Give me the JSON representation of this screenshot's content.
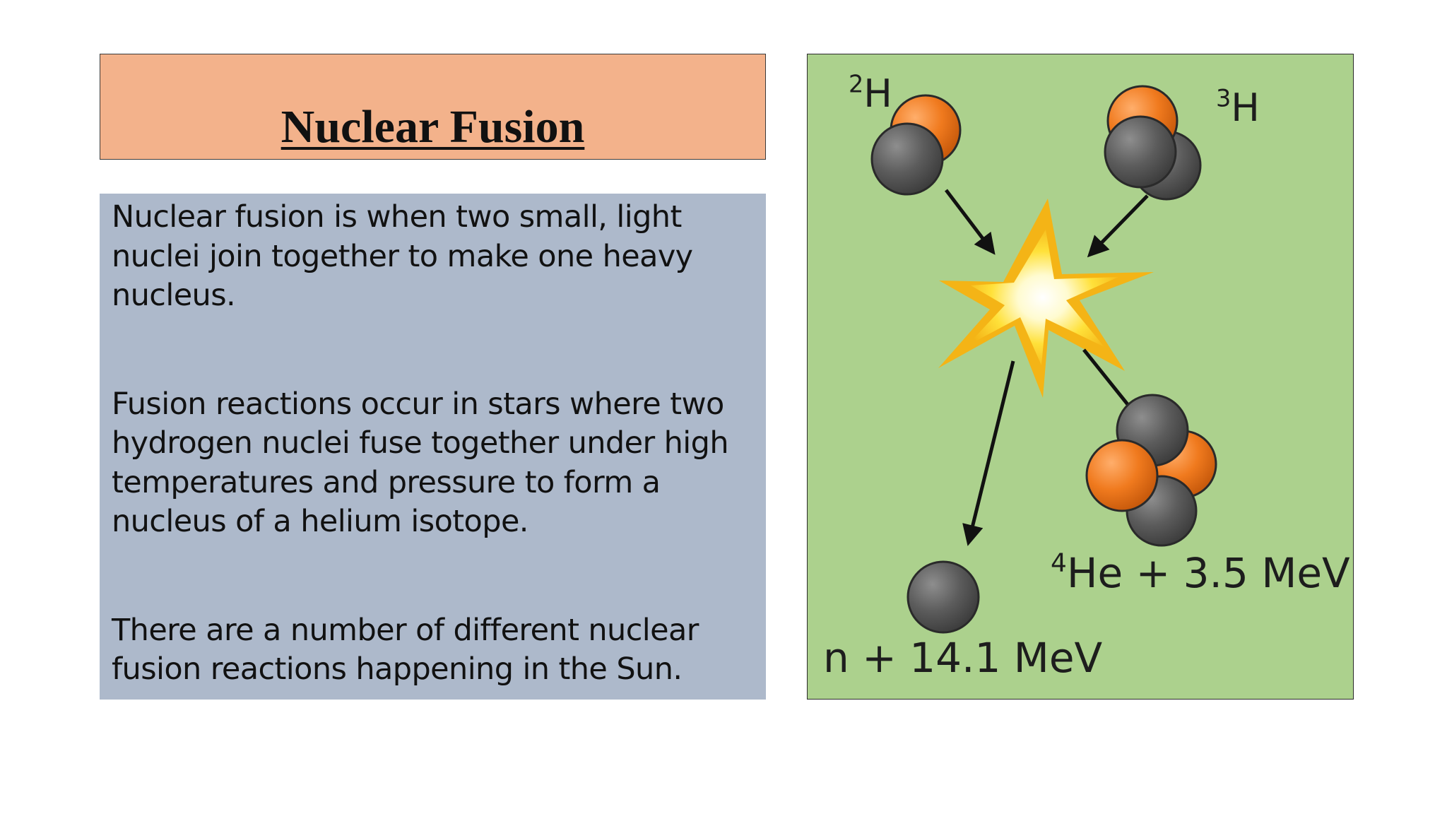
{
  "title": "Nuclear Fusion",
  "paragraphs": [
    "Nuclear fusion is when two small, light nuclei join together to make one heavy nucleus.",
    "Fusion reactions occur in stars where two hydrogen nuclei fuse together under high temperatures and pressure to form a nucleus of a helium isotope.",
    "There are a number of different nuclear fusion reactions happening in the Sun."
  ],
  "diagram": {
    "deuterium": {
      "mass": "2",
      "symbol": "H"
    },
    "tritium": {
      "mass": "3",
      "symbol": "H"
    },
    "helium": {
      "mass": "4",
      "rest": "He + 3.5 MeV"
    },
    "neutron": "n + 14.1 MeV"
  },
  "colors": {
    "title_bg": "#f3b28b",
    "text_bg": "#adb9cb",
    "diagram_bg": "#acd18d",
    "proton": "#f07a1e",
    "neutron": "#5a5a5a",
    "flash": "#f7c21a"
  }
}
